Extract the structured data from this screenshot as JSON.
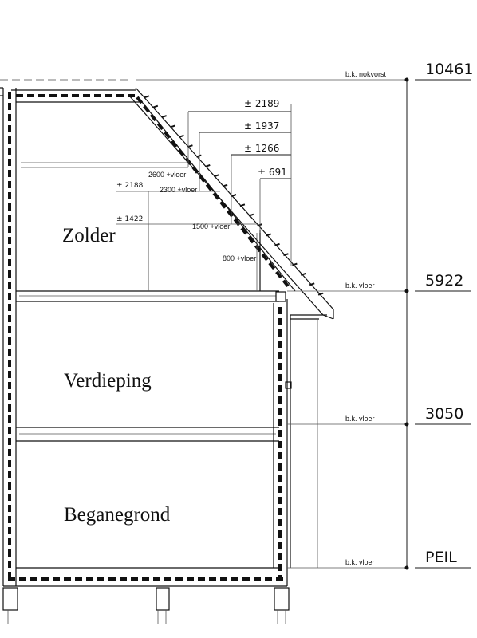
{
  "rooms": {
    "zolder": "Zolder",
    "verdieping": "Verdieping",
    "beganegrond": "Beganegrond"
  },
  "level_labels": {
    "nokvorst": "b.k. nokvorst",
    "vloer_zolder": "b.k. vloer",
    "vloer_verdieping": "b.k. vloer",
    "vloer_begane": "b.k. vloer"
  },
  "elevations": {
    "nok": "10461",
    "zolder": "5922",
    "verdieping": "3050",
    "peil": "PEIL"
  },
  "roof_dimensions": {
    "d1": "± 2189",
    "d2": "± 1937",
    "d3": "± 1266",
    "d4": "± 691"
  },
  "height_dimensions": {
    "h1": "± 2188",
    "h2": "± 1422"
  },
  "vloer_notes": {
    "n2600": "2600 +vloer",
    "n2300": "2300 +vloer",
    "n1500": "1500 +vloer",
    "n800": "800 +vloer"
  }
}
